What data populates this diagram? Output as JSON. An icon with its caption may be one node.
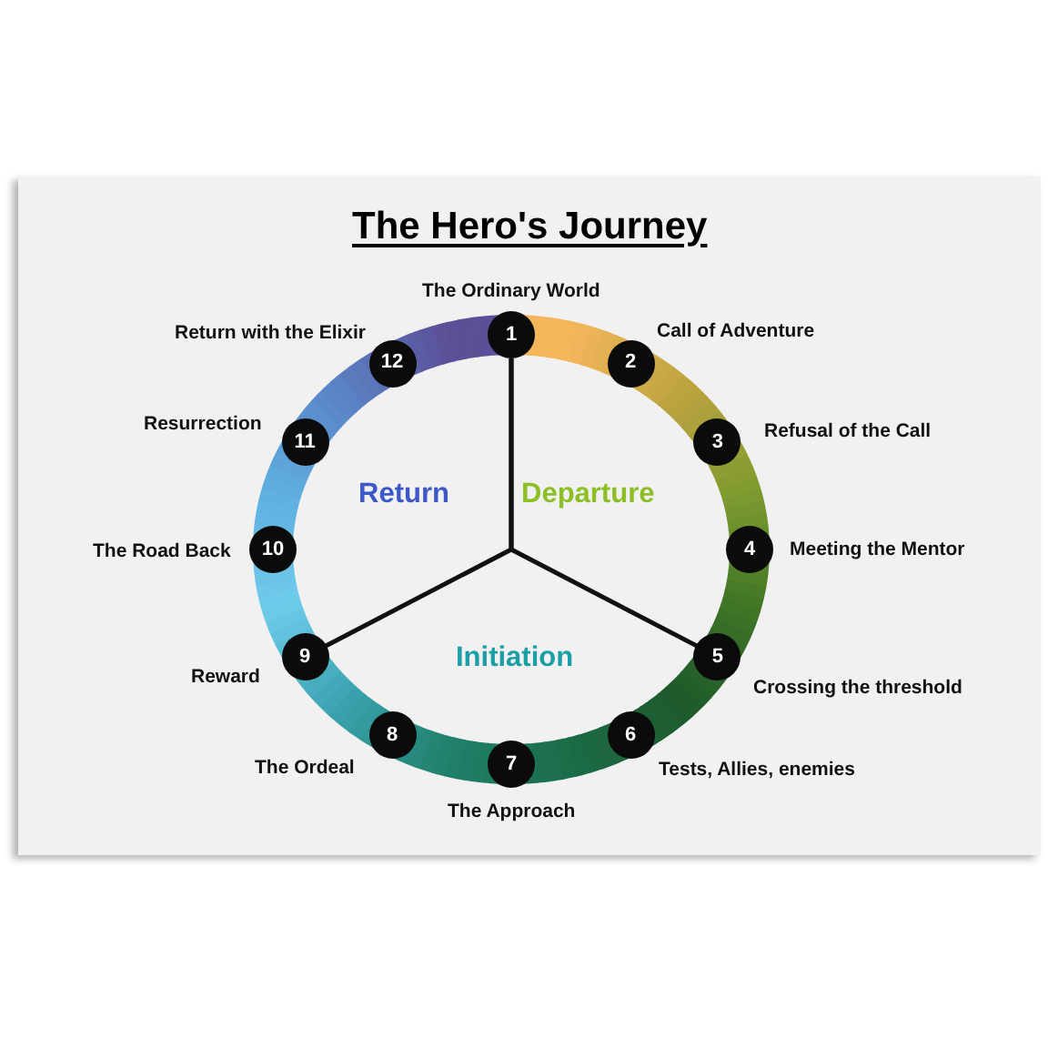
{
  "diagram": {
    "title": "The Hero's Journey",
    "nodes": [
      {
        "text": [
          "1"
        ],
        "beside": [
          "The Ordinary World"
        ]
      },
      {
        "text": [
          "2"
        ],
        "beside": [
          "Call of Adventure"
        ]
      },
      {
        "text": [
          "3"
        ],
        "beside": [
          "Refusal of the Call"
        ]
      },
      {
        "text": [
          "4"
        ],
        "beside": [
          "Meeting the Mentor"
        ]
      },
      {
        "text": [
          "5"
        ],
        "beside": [
          "Crossing the threshold"
        ]
      },
      {
        "text": [
          "6"
        ],
        "beside": [
          "Tests, Allies, enemies"
        ]
      },
      {
        "text": [
          "7"
        ],
        "beside": [
          "The Approach"
        ]
      },
      {
        "text": [
          "8"
        ],
        "beside": [
          "The Ordeal"
        ]
      },
      {
        "text": [
          "9"
        ],
        "beside": [
          "Reward"
        ]
      },
      {
        "text": [
          "10"
        ],
        "beside": [
          "The Road Back"
        ]
      },
      {
        "text": [
          "11"
        ],
        "beside": [
          "Resurrection"
        ]
      },
      {
        "text": [
          "12"
        ],
        "beside": [
          "Return with the Elixir"
        ]
      }
    ],
    "edges": [
      {
        "from": 0,
        "to": 4,
        "arrow": "none"
      },
      {
        "from": 0,
        "to": 8,
        "arrow": "none"
      }
    ],
    "labels": [
      "Return",
      "Departure",
      "Initiation"
    ]
  }
}
